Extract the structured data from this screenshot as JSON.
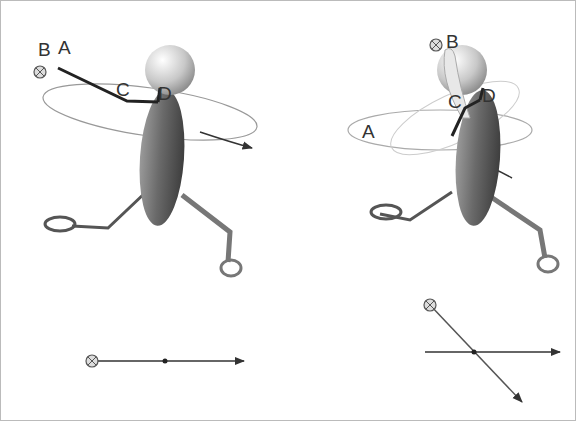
{
  "diagram": {
    "labels": [
      "B",
      "A",
      "C",
      "D",
      "B",
      "A",
      "C",
      "D"
    ]
  }
}
